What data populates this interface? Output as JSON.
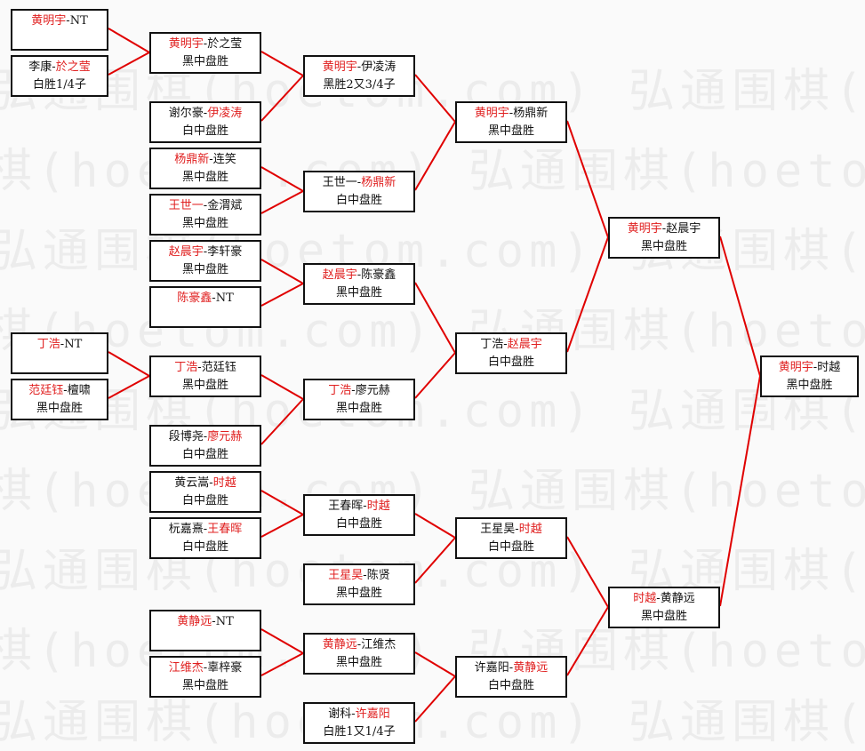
{
  "watermark": "弘通围棋(hoetom.com)",
  "colors": {
    "winner": "#e02020",
    "line": "#e00000",
    "border": "#111111"
  },
  "matches": [
    {
      "p1": "黄明宇",
      "p2": "NT",
      "winner": 1,
      "result": ""
    },
    {
      "p1": "李康",
      "p2": "於之莹",
      "winner": 2,
      "result": "白胜1/4子"
    },
    {
      "p1": "丁浩",
      "p2": "NT",
      "winner": 1,
      "result": ""
    },
    {
      "p1": "范廷钰",
      "p2": "檀啸",
      "winner": 1,
      "result": "黑中盘胜"
    },
    {
      "p1": "黄明宇",
      "p2": "於之莹",
      "winner": 1,
      "result": "黑中盘胜"
    },
    {
      "p1": "谢尔豪",
      "p2": "伊凌涛",
      "winner": 2,
      "result": "白中盘胜"
    },
    {
      "p1": "杨鼎新",
      "p2": "连笑",
      "winner": 1,
      "result": "黑中盘胜"
    },
    {
      "p1": "王世一",
      "p2": "金渭斌",
      "winner": 1,
      "result": "黑中盘胜"
    },
    {
      "p1": "赵晨宇",
      "p2": "李轩豪",
      "winner": 1,
      "result": "黑中盘胜"
    },
    {
      "p1": "陈豪鑫",
      "p2": "NT",
      "winner": 1,
      "result": ""
    },
    {
      "p1": "丁浩",
      "p2": "范廷钰",
      "winner": 1,
      "result": "黑中盘胜"
    },
    {
      "p1": "段博尧",
      "p2": "廖元赫",
      "winner": 2,
      "result": "白中盘胜"
    },
    {
      "p1": "黄云嵩",
      "p2": "时越",
      "winner": 2,
      "result": "白中盘胜"
    },
    {
      "p1": "杬嘉熹",
      "p2": "王春晖",
      "winner": 2,
      "result": "白中盘胜"
    },
    {
      "p1": "黄静远",
      "p2": "NT",
      "winner": 1,
      "result": ""
    },
    {
      "p1": "江维杰",
      "p2": "辜梓豪",
      "winner": 1,
      "result": "黑中盘胜"
    },
    {
      "p1": "黄明宇",
      "p2": "伊凌涛",
      "winner": 1,
      "result": "黑胜2又3/4子"
    },
    {
      "p1": "王世一",
      "p2": "杨鼎新",
      "winner": 2,
      "result": "白中盘胜"
    },
    {
      "p1": "赵晨宇",
      "p2": "陈豪鑫",
      "winner": 1,
      "result": "黑中盘胜"
    },
    {
      "p1": "丁浩",
      "p2": "廖元赫",
      "winner": 1,
      "result": "黑中盘胜"
    },
    {
      "p1": "王春晖",
      "p2": "时越",
      "winner": 2,
      "result": "白中盘胜"
    },
    {
      "p1": "王星昊",
      "p2": "陈贤",
      "winner": 1,
      "result": "黑中盘胜"
    },
    {
      "p1": "黄静远",
      "p2": "江维杰",
      "winner": 1,
      "result": "黑中盘胜"
    },
    {
      "p1": "谢科",
      "p2": "许嘉阳",
      "winner": 2,
      "result": "白胜1又1/4子"
    },
    {
      "p1": "黄明宇",
      "p2": "杨鼎新",
      "winner": 1,
      "result": "黑中盘胜"
    },
    {
      "p1": "丁浩",
      "p2": "赵晨宇",
      "winner": 2,
      "result": "白中盘胜"
    },
    {
      "p1": "王星昊",
      "p2": "时越",
      "winner": 2,
      "result": "白中盘胜"
    },
    {
      "p1": "许嘉阳",
      "p2": "黄静远",
      "winner": 2,
      "result": "白中盘胜"
    },
    {
      "p1": "黄明宇",
      "p2": "赵晨宇",
      "winner": 1,
      "result": "黑中盘胜"
    },
    {
      "p1": "时越",
      "p2": "黄静远",
      "winner": 1,
      "result": "黑中盘胜"
    },
    {
      "p1": "黄明宇",
      "p2": "时越",
      "winner": 1,
      "result": "黑中盘胜"
    }
  ]
}
